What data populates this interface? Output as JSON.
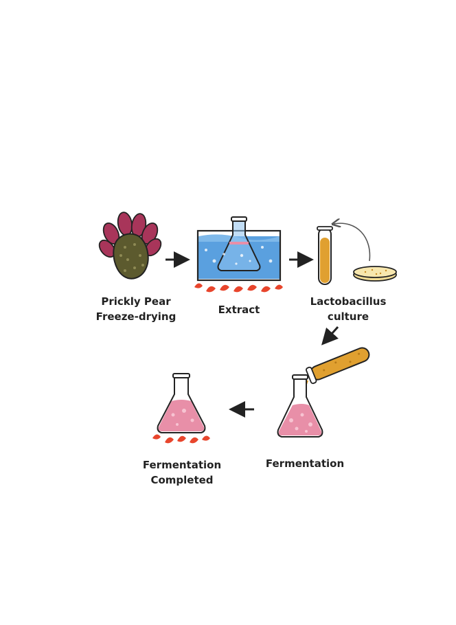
{
  "steps": [
    {
      "line1": "Prickly Pear",
      "line2": "Freeze-drying"
    },
    {
      "line1": "Extract"
    },
    {
      "line1": "Lactobacillus",
      "line2": "culture"
    },
    {
      "line1": "Fermentation"
    },
    {
      "line1": "Fermentation",
      "line2": "Completed"
    }
  ],
  "colors": {
    "ink": "#222222",
    "cactus": "#5c5a2e",
    "pear_fruit": "#a8355a",
    "water": "#3d8fd9",
    "flame": "#e8452c",
    "culture": "#e0a030",
    "ferment_liquid": "#e88fa8"
  }
}
